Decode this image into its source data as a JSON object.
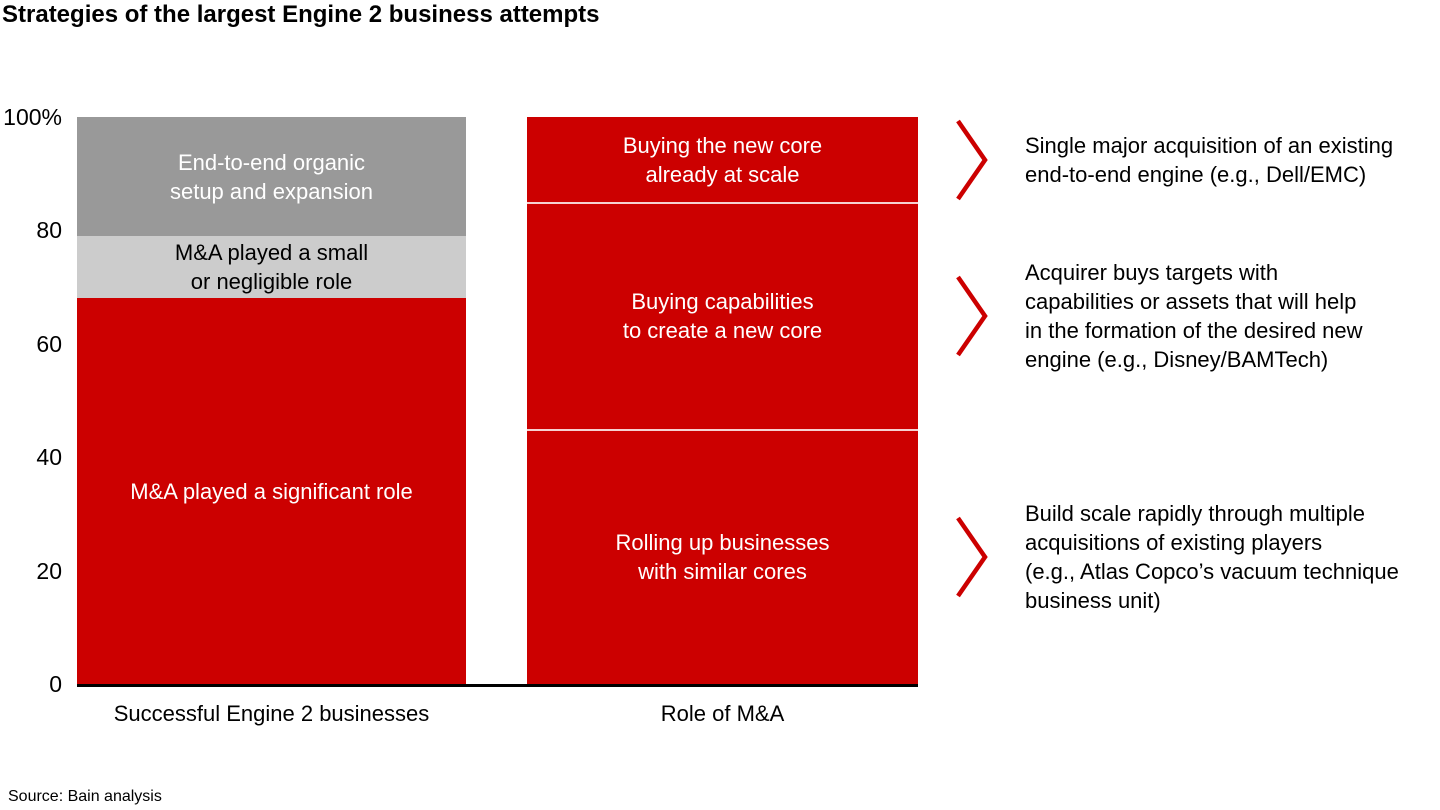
{
  "title": "Strategies of the largest Engine 2 business attempts",
  "source_note": "Source: Bain analysis",
  "colors": {
    "bar_red": "#cc0000",
    "dark_gray": "#999999",
    "light_gray": "#cccccc",
    "arrow_red": "#cc0000",
    "axis_black": "#000000"
  },
  "y_axis": {
    "ticks": [
      {
        "label": "100%",
        "value": 100
      },
      {
        "label": "80",
        "value": 80
      },
      {
        "label": "60",
        "value": 60
      },
      {
        "label": "40",
        "value": 40
      },
      {
        "label": "20",
        "value": 20
      },
      {
        "label": "0",
        "value": 0
      }
    ]
  },
  "chart_data": {
    "type": "bar",
    "variant": "stacked-100-percent",
    "unit": "percent",
    "ylim": [
      0,
      100
    ],
    "grid": false,
    "legend": "labels-inside-segments",
    "categories": [
      "Successful Engine 2 businesses",
      "Role of M&A"
    ],
    "bars": [
      {
        "category": "Successful Engine 2 businesses",
        "dividers": false,
        "segments": [
          {
            "lines": [
              "M&A played a significant role"
            ],
            "value": 68,
            "color": "#cc0000",
            "text_color": "#ffffff"
          },
          {
            "lines": [
              "M&A played a small",
              "or negligible role"
            ],
            "value": 11,
            "color": "#cccccc",
            "text_color": "#000000"
          },
          {
            "lines": [
              "End-to-end organic",
              "setup and expansion"
            ],
            "value": 21,
            "color": "#999999",
            "text_color": "#ffffff"
          }
        ]
      },
      {
        "category": "Role of M&A",
        "dividers": true,
        "segments": [
          {
            "lines": [
              "Rolling up businesses",
              "with similar cores"
            ],
            "value": 45,
            "color": "#cc0000",
            "text_color": "#ffffff"
          },
          {
            "lines": [
              "Buying capabilities",
              "to create a new core"
            ],
            "value": 40,
            "color": "#cc0000",
            "text_color": "#ffffff"
          },
          {
            "lines": [
              "Buying the new core",
              "already at scale"
            ],
            "value": 15,
            "color": "#cc0000",
            "text_color": "#ffffff"
          }
        ]
      }
    ]
  },
  "annotations": [
    {
      "icon": "chevron-right-icon",
      "lines": [
        "Single major acquisition of an existing",
        "end-to-end engine (e.g., Dell/EMC)"
      ]
    },
    {
      "icon": "chevron-right-icon",
      "lines": [
        "Acquirer buys targets with",
        "capabilities or assets that will help",
        "in the formation of the desired new",
        "engine (e.g., Disney/BAMTech)"
      ]
    },
    {
      "icon": "chevron-right-icon",
      "lines": [
        "Build scale rapidly through multiple",
        "acquisitions of existing players",
        "(e.g., Atlas Copco’s vacuum technique",
        "business unit)"
      ]
    }
  ]
}
